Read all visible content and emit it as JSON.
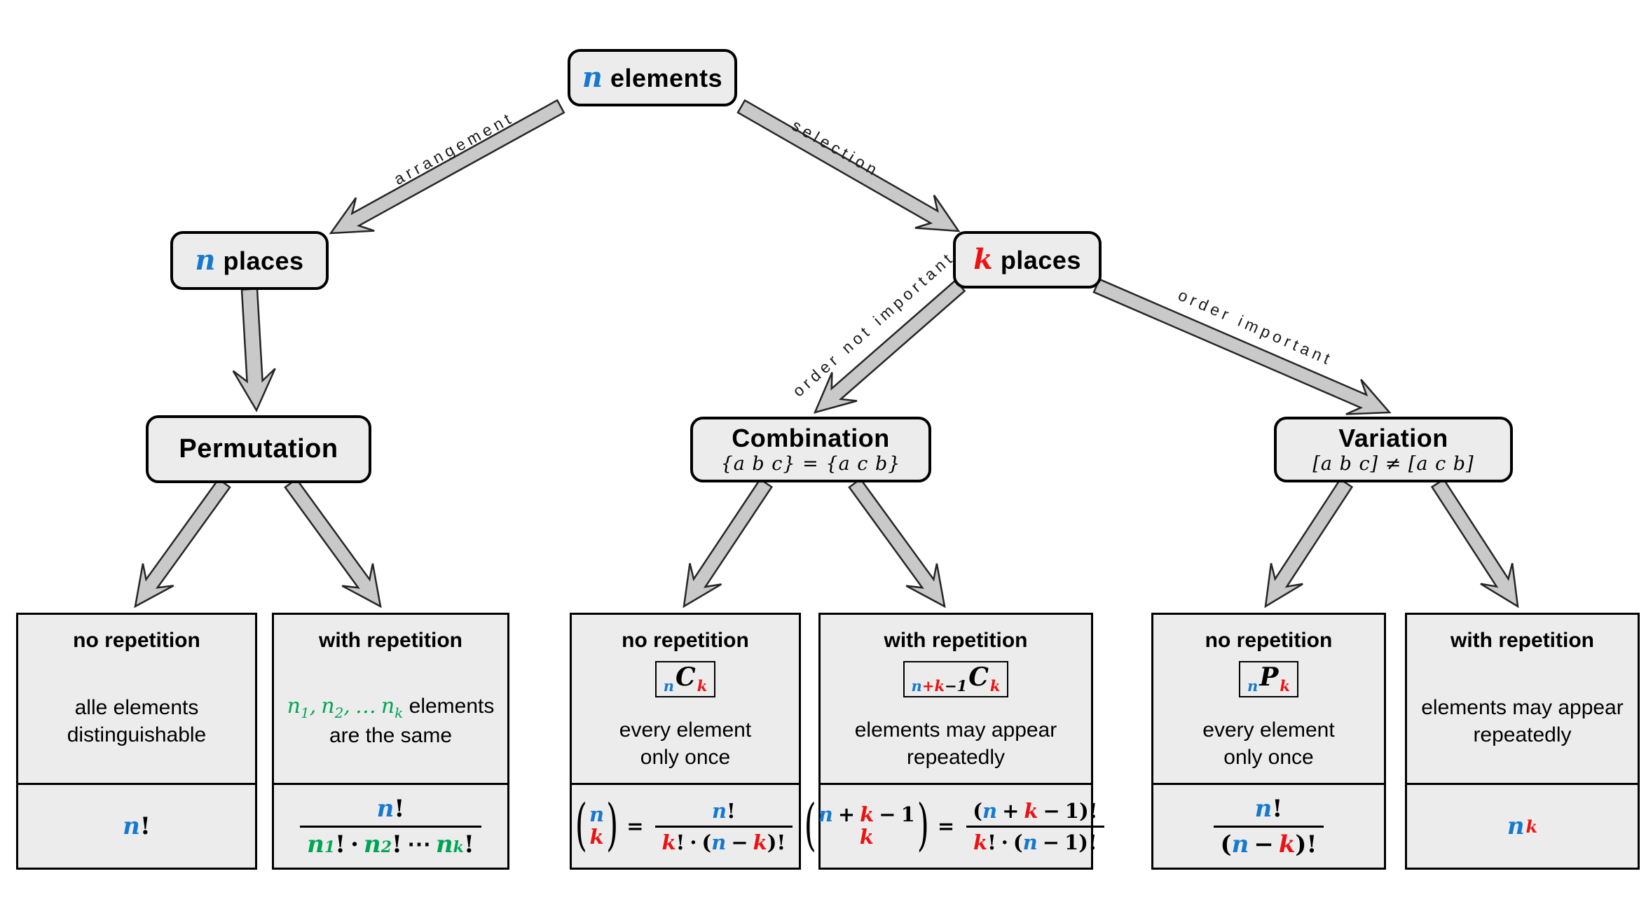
{
  "palette": {
    "blue": "#1579d0",
    "red": "#ee1111",
    "green": "#00a455",
    "box_fill": "#ececec",
    "arrow_fill": "#c9c9c9",
    "arrow_stroke": "#262626"
  },
  "nodes": {
    "root": {
      "variable": "n",
      "word": "elements"
    },
    "n_places": {
      "variable": "n",
      "word": "places"
    },
    "k_places": {
      "variable": "k",
      "word": "places"
    },
    "permutation": {
      "title": "Permutation"
    },
    "combination": {
      "title": "Combination",
      "subtitle": "{a b c} = {a c b}"
    },
    "variation": {
      "title": "Variation",
      "subtitle": "[a b c] ≠ [a c b]"
    }
  },
  "edge_labels": {
    "arrangement": "arrangement",
    "selection": "selection",
    "order_not_important": "order not important",
    "order_important": "order important"
  },
  "panels": [
    {
      "title": "no repetition",
      "desc": [
        "alle elements",
        "distinguishable"
      ]
    },
    {
      "title": "with repetition",
      "desc_suffix": "elements",
      "desc_line2": "are the same"
    },
    {
      "title": "no repetition",
      "desc": [
        "every element",
        "only once"
      ]
    },
    {
      "title": "with repetition",
      "desc": [
        "elements may appear",
        "repeatedly"
      ]
    },
    {
      "title": "no repetition",
      "desc": [
        "every element",
        "only once"
      ]
    },
    {
      "title": "with repetition",
      "desc": [
        "elements may appear",
        "repeatedly"
      ]
    }
  ],
  "math": {
    "n": "n",
    "k": "k",
    "C": "C",
    "P": "P",
    "factorial": "!",
    "cdot": "·",
    "cdots": "⋯",
    "plus": "+",
    "minus": "−",
    "one": "1",
    "equals": "=",
    "lparen": "(",
    "rparen": ")",
    "comma": ",",
    "ellipsis": "…",
    "sub1": "1",
    "sub2": "2",
    "subk": "k"
  }
}
